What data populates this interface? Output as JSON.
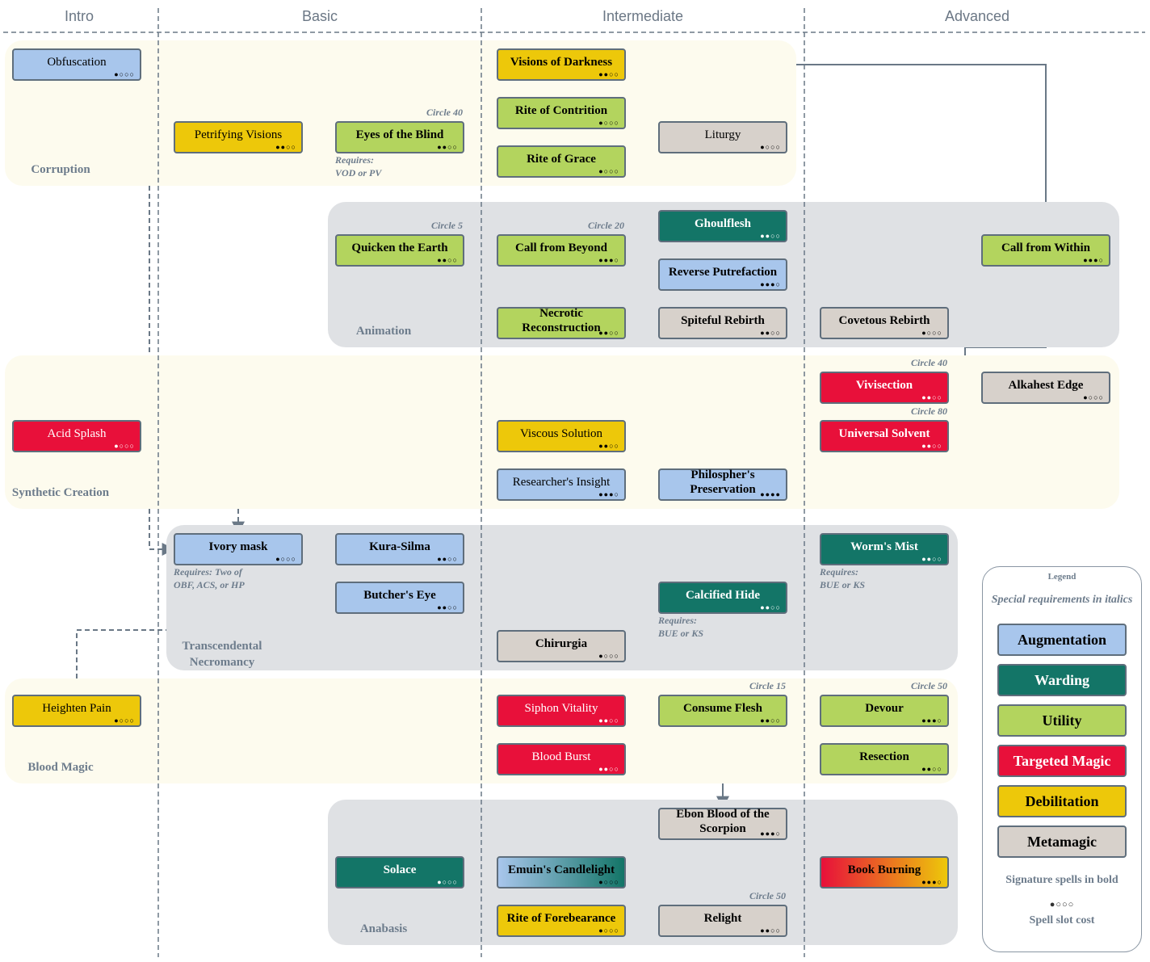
{
  "tiers": [
    "Intro",
    "Basic",
    "Intermediate",
    "Advanced"
  ],
  "colors": {
    "augmentation": "#a8c6ec",
    "warding": "#137567",
    "utility": "#b3d45e",
    "targeted": "#e8103a",
    "debilitation": "#edc80a",
    "metamagic": "#d7d1cb",
    "connector": "#6a7886"
  },
  "groups": [
    {
      "id": "corruption",
      "label": "Corruption",
      "tone": "yellow"
    },
    {
      "id": "animation",
      "label": "Animation",
      "tone": "gray"
    },
    {
      "id": "synthetic",
      "label": "Synthetic Creation",
      "tone": "yellow"
    },
    {
      "id": "transcendental",
      "label": "Transcendental Necromancy",
      "tone": "gray"
    },
    {
      "id": "blood",
      "label": "Blood Magic",
      "tone": "yellow"
    },
    {
      "id": "anabasis",
      "label": "Anabasis",
      "tone": "gray"
    }
  ],
  "spells": [
    {
      "id": "obf",
      "name": "Obfuscation",
      "type": "augmentation",
      "sig": false,
      "cost": 1
    },
    {
      "id": "vod",
      "name": "Visions of Darkness",
      "type": "debilitation",
      "sig": true,
      "cost": 2
    },
    {
      "id": "pv",
      "name": "Petrifying Visions",
      "type": "debilitation",
      "sig": false,
      "cost": 2
    },
    {
      "id": "eob",
      "name": "Eyes of the Blind",
      "type": "utility",
      "sig": true,
      "cost": 2
    },
    {
      "id": "roc",
      "name": "Rite of Contrition",
      "type": "utility",
      "sig": true,
      "cost": 1
    },
    {
      "id": "rog",
      "name": "Rite of Grace",
      "type": "utility",
      "sig": true,
      "cost": 1
    },
    {
      "id": "lit",
      "name": "Liturgy",
      "type": "metamagic",
      "sig": false,
      "cost": 1
    },
    {
      "id": "qte",
      "name": "Quicken the Earth",
      "type": "utility",
      "sig": true,
      "cost": 2
    },
    {
      "id": "cfb",
      "name": "Call from Beyond",
      "type": "utility",
      "sig": true,
      "cost": 3
    },
    {
      "id": "gho",
      "name": "Ghoulflesh",
      "type": "warding",
      "sig": true,
      "cost": 2
    },
    {
      "id": "rp",
      "name": "Reverse Putrefaction",
      "type": "augmentation",
      "sig": true,
      "cost": 3
    },
    {
      "id": "cfw",
      "name": "Call from Within",
      "type": "utility",
      "sig": true,
      "cost": 3
    },
    {
      "id": "nr",
      "name": "Necrotic Reconstruction",
      "type": "utility",
      "sig": true,
      "cost": 2
    },
    {
      "id": "sr",
      "name": "Spiteful Rebirth",
      "type": "metamagic",
      "sig": true,
      "cost": 2
    },
    {
      "id": "cr",
      "name": "Covetous Rebirth",
      "type": "metamagic",
      "sig": true,
      "cost": 1
    },
    {
      "id": "viv",
      "name": "Vivisection",
      "type": "targeted",
      "sig": true,
      "cost": 2
    },
    {
      "id": "ae",
      "name": "Alkahest Edge",
      "type": "metamagic",
      "sig": true,
      "cost": 1
    },
    {
      "id": "acs",
      "name": "Acid Splash",
      "type": "targeted",
      "sig": false,
      "cost": 1
    },
    {
      "id": "vs",
      "name": "Viscous Solution",
      "type": "debilitation",
      "sig": false,
      "cost": 2
    },
    {
      "id": "us",
      "name": "Universal Solvent",
      "type": "targeted",
      "sig": true,
      "cost": 2
    },
    {
      "id": "ri",
      "name": "Researcher's Insight",
      "type": "augmentation",
      "sig": false,
      "cost": 3
    },
    {
      "id": "pp",
      "name": "Philospher's Preservation",
      "type": "augmentation",
      "sig": true,
      "cost": 4
    },
    {
      "id": "im",
      "name": "Ivory mask",
      "type": "augmentation",
      "sig": true,
      "cost": 1
    },
    {
      "id": "ks",
      "name": "Kura-Silma",
      "type": "augmentation",
      "sig": true,
      "cost": 2
    },
    {
      "id": "wm",
      "name": "Worm's Mist",
      "type": "warding",
      "sig": true,
      "cost": 2
    },
    {
      "id": "bue",
      "name": "Butcher's Eye",
      "type": "augmentation",
      "sig": true,
      "cost": 2
    },
    {
      "id": "ch",
      "name": "Calcified Hide",
      "type": "warding",
      "sig": true,
      "cost": 2
    },
    {
      "id": "chi",
      "name": "Chirurgia",
      "type": "metamagic",
      "sig": true,
      "cost": 1
    },
    {
      "id": "hp",
      "name": "Heighten Pain",
      "type": "debilitation",
      "sig": false,
      "cost": 1
    },
    {
      "id": "sv",
      "name": "Siphon Vitality",
      "type": "targeted",
      "sig": false,
      "cost": 2
    },
    {
      "id": "cf",
      "name": "Consume Flesh",
      "type": "utility",
      "sig": true,
      "cost": 2
    },
    {
      "id": "dev",
      "name": "Devour",
      "type": "utility",
      "sig": true,
      "cost": 3
    },
    {
      "id": "bb",
      "name": "Blood Burst",
      "type": "targeted",
      "sig": false,
      "cost": 2
    },
    {
      "id": "res",
      "name": "Resection",
      "type": "utility",
      "sig": true,
      "cost": 2
    },
    {
      "id": "ebs",
      "name": "Ebon Blood of the Scorpion",
      "type": "metamagic",
      "sig": true,
      "cost": 3
    },
    {
      "id": "sol",
      "name": "Solace",
      "type": "warding",
      "sig": true,
      "cost": 1
    },
    {
      "id": "ec",
      "name": "Emuin's Candlelight",
      "type": "augmentation-warding",
      "sig": true,
      "cost": 1
    },
    {
      "id": "bkb",
      "name": "Book Burning",
      "type": "targeted-debilitation",
      "sig": true,
      "cost": 3
    },
    {
      "id": "rof",
      "name": "Rite of Forebearance",
      "type": "debilitation",
      "sig": true,
      "cost": 1
    },
    {
      "id": "rel",
      "name": "Relight",
      "type": "metamagic",
      "sig": true,
      "cost": 2
    }
  ],
  "circle_notes": [
    {
      "spell": "eob",
      "text": "Circle 40"
    },
    {
      "spell": "qte",
      "text": "Circle 5"
    },
    {
      "spell": "cfb",
      "text": "Circle 20"
    },
    {
      "spell": "viv",
      "text": "Circle 40"
    },
    {
      "spell": "us",
      "text": "Circle 80"
    },
    {
      "spell": "cf",
      "text": "Circle 15"
    },
    {
      "spell": "dev",
      "text": "Circle 50"
    },
    {
      "spell": "rel",
      "text": "Circle 50"
    }
  ],
  "requirements": [
    {
      "spell": "eob",
      "lines": [
        "Requires:",
        "VOD or PV"
      ]
    },
    {
      "spell": "im",
      "lines": [
        "Requires: Two of",
        "OBF, ACS, or HP"
      ]
    },
    {
      "spell": "wm",
      "lines": [
        "Requires:",
        "BUE or KS"
      ]
    },
    {
      "spell": "ch",
      "lines": [
        "Requires:",
        "BUE or KS"
      ]
    }
  ],
  "legend": {
    "title": "Legend",
    "note": "Special requirements in italics",
    "items": [
      {
        "label": "Augmentation",
        "type": "augmentation"
      },
      {
        "label": "Warding",
        "type": "warding"
      },
      {
        "label": "Utility",
        "type": "utility"
      },
      {
        "label": "Targeted Magic",
        "type": "targeted"
      },
      {
        "label": "Debilitation",
        "type": "debilitation"
      },
      {
        "label": "Metamagic",
        "type": "metamagic"
      }
    ],
    "signature_note": "Signature spells in bold",
    "cost_symbol": "●○○○",
    "cost_note": "Spell slot cost"
  }
}
